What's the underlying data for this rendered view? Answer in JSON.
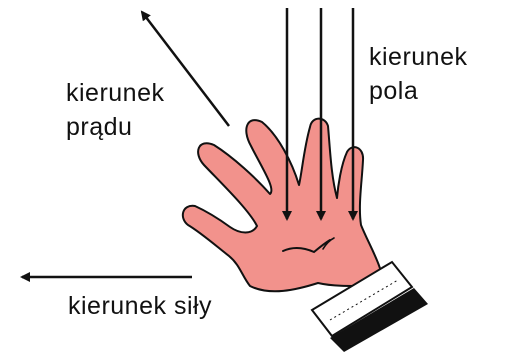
{
  "labels": {
    "current": {
      "line1": "kierunek",
      "line2": "prądu"
    },
    "field": {
      "line1": "kierunek",
      "line2": "pola"
    },
    "force": "kierunek siły"
  },
  "colors": {
    "hand_fill": "#f2928c",
    "outline": "#111111",
    "cuff": "#111111",
    "background": "#ffffff"
  },
  "icons": {
    "hand": "left-hand-palm-icon",
    "arrows": "arrow-icon"
  }
}
